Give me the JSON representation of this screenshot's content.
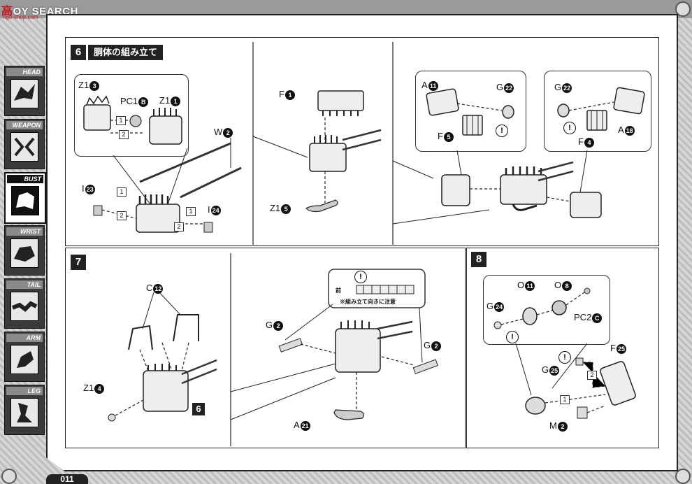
{
  "watermark": {
    "brand_a": "高",
    "brand_b": "OY SEARCH",
    "sub": "ngo-shop.com"
  },
  "sidebar": {
    "tabs": [
      {
        "label": "HEAD",
        "active": false
      },
      {
        "label": "WEAPON",
        "active": false
      },
      {
        "label": "BUST",
        "active": true
      },
      {
        "label": "WRIST",
        "active": false
      },
      {
        "label": "TAIL",
        "active": false
      },
      {
        "label": "ARM",
        "active": false
      },
      {
        "label": "LEG",
        "active": false
      }
    ]
  },
  "page_number": "011",
  "step6": {
    "number": "6",
    "title": "胴体の組み立て",
    "labels": {
      "z1_3": "Z1",
      "z1_3n": "3",
      "pc1b": "PC1",
      "pc1bn": "B",
      "z1_1": "Z1",
      "z1_1n": "1",
      "w2": "W",
      "w2n": "2",
      "i23": "I",
      "i23n": "23",
      "i24": "I",
      "i24n": "24",
      "f1": "F",
      "f1n": "1",
      "z1_5": "Z1",
      "z1_5n": "5",
      "a11": "A",
      "a11n": "11",
      "g22a": "G",
      "g22an": "22",
      "f5": "F",
      "f5n": "5",
      "g22b": "G",
      "g22bn": "22",
      "f4": "F",
      "f4n": "4",
      "a18": "A",
      "a18n": "18"
    },
    "boxes": [
      "1",
      "2",
      "1",
      "2",
      "1",
      "2"
    ]
  },
  "step7": {
    "number": "7",
    "labels": {
      "c12": "C",
      "c12n": "12",
      "z1_4": "Z1",
      "z1_4n": "4",
      "ref6": "6",
      "g2a": "G",
      "g2an": "2",
      "g2b": "G",
      "g2bn": "2",
      "a21": "A",
      "a21n": "21"
    },
    "front_label": "前",
    "note": "※組み立て向きに注意"
  },
  "step8": {
    "number": "8",
    "labels": {
      "g24": "G",
      "g24n": "24",
      "o11": "O",
      "o11n": "11",
      "o8": "O",
      "o8n": "8",
      "pc2": "PC2",
      "pc2n": "C",
      "g25": "G",
      "g25n": "25",
      "f25": "F",
      "f25n": "25",
      "m2": "M",
      "m2n": "2"
    },
    "boxes": [
      "2",
      "1"
    ]
  },
  "warn_symbol": "!"
}
